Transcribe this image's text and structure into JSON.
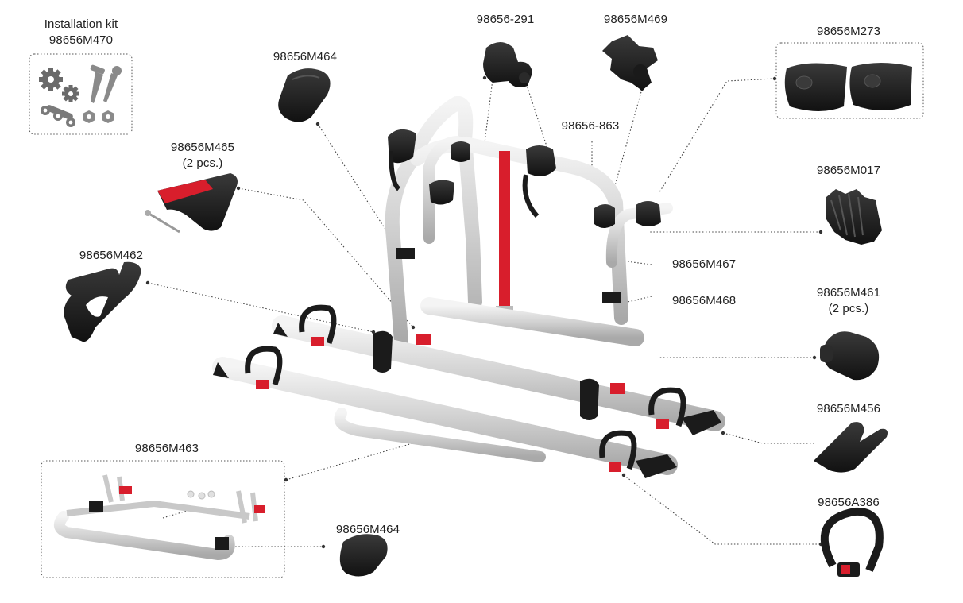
{
  "colors": {
    "background": "#ffffff",
    "text": "#222222",
    "part_black": "#1b1b1b",
    "aluminium": "#d8d8d8",
    "accent_red": "#d81e2c",
    "leader_line": "#444444",
    "gear_grey": "#6a6a6a"
  },
  "labels": {
    "kit_title": "Installation kit",
    "kit_code": "98656M470",
    "bumper_top": "98656M464",
    "knob_291": "98656-291",
    "knob_469": "98656M469",
    "caps_273": "98656M273",
    "frame_863": "98656-863",
    "wheel_holder_465": "98656M465",
    "wheel_holder_465_qty": "(2 pcs.)",
    "endcap_017": "98656M017",
    "clamp_462": "98656M462",
    "tube_467": "98656M467",
    "tube_468": "98656M468",
    "cap_461": "98656M461",
    "cap_461_qty": "(2 pcs.)",
    "holder_456": "98656M456",
    "rail_463": "98656M463",
    "strap_386": "98656A386",
    "bumper_bottom": "98656M464"
  }
}
